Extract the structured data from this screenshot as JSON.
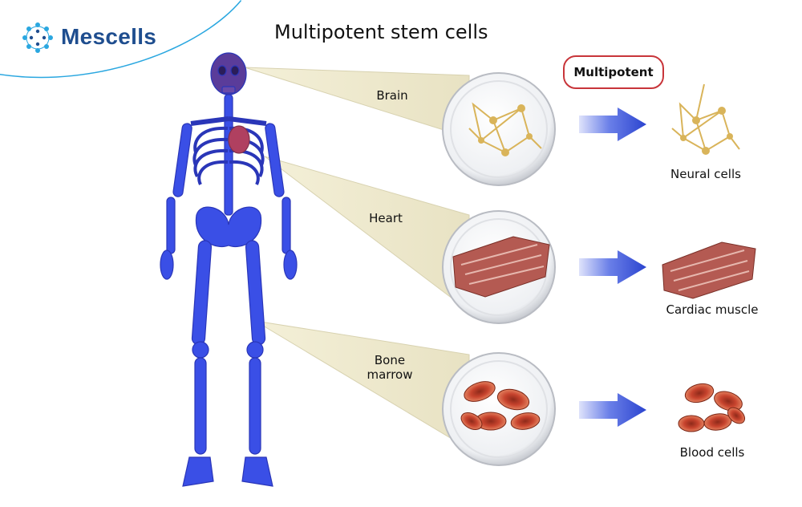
{
  "logo": {
    "text": "Mescells"
  },
  "title": "Multipotent stem cells",
  "badge": "Multipotent",
  "sources": [
    {
      "label": "Brain"
    },
    {
      "label": "Heart"
    },
    {
      "label_line1": "Bone",
      "label_line2": "marrow"
    }
  ],
  "results": [
    {
      "label": "Neural cells"
    },
    {
      "label": "Cardiac muscle"
    },
    {
      "label": "Blood cells"
    }
  ],
  "colors": {
    "accent_blue": "#2aa7e0",
    "brand_blue": "#1f4e8f",
    "skeleton": "#3a4fe6",
    "arrow": "#3a52d8",
    "badge_border": "#c8353a",
    "neuron": "#d9b45a",
    "muscle": "#b45a52",
    "blood": "#c8442e"
  }
}
